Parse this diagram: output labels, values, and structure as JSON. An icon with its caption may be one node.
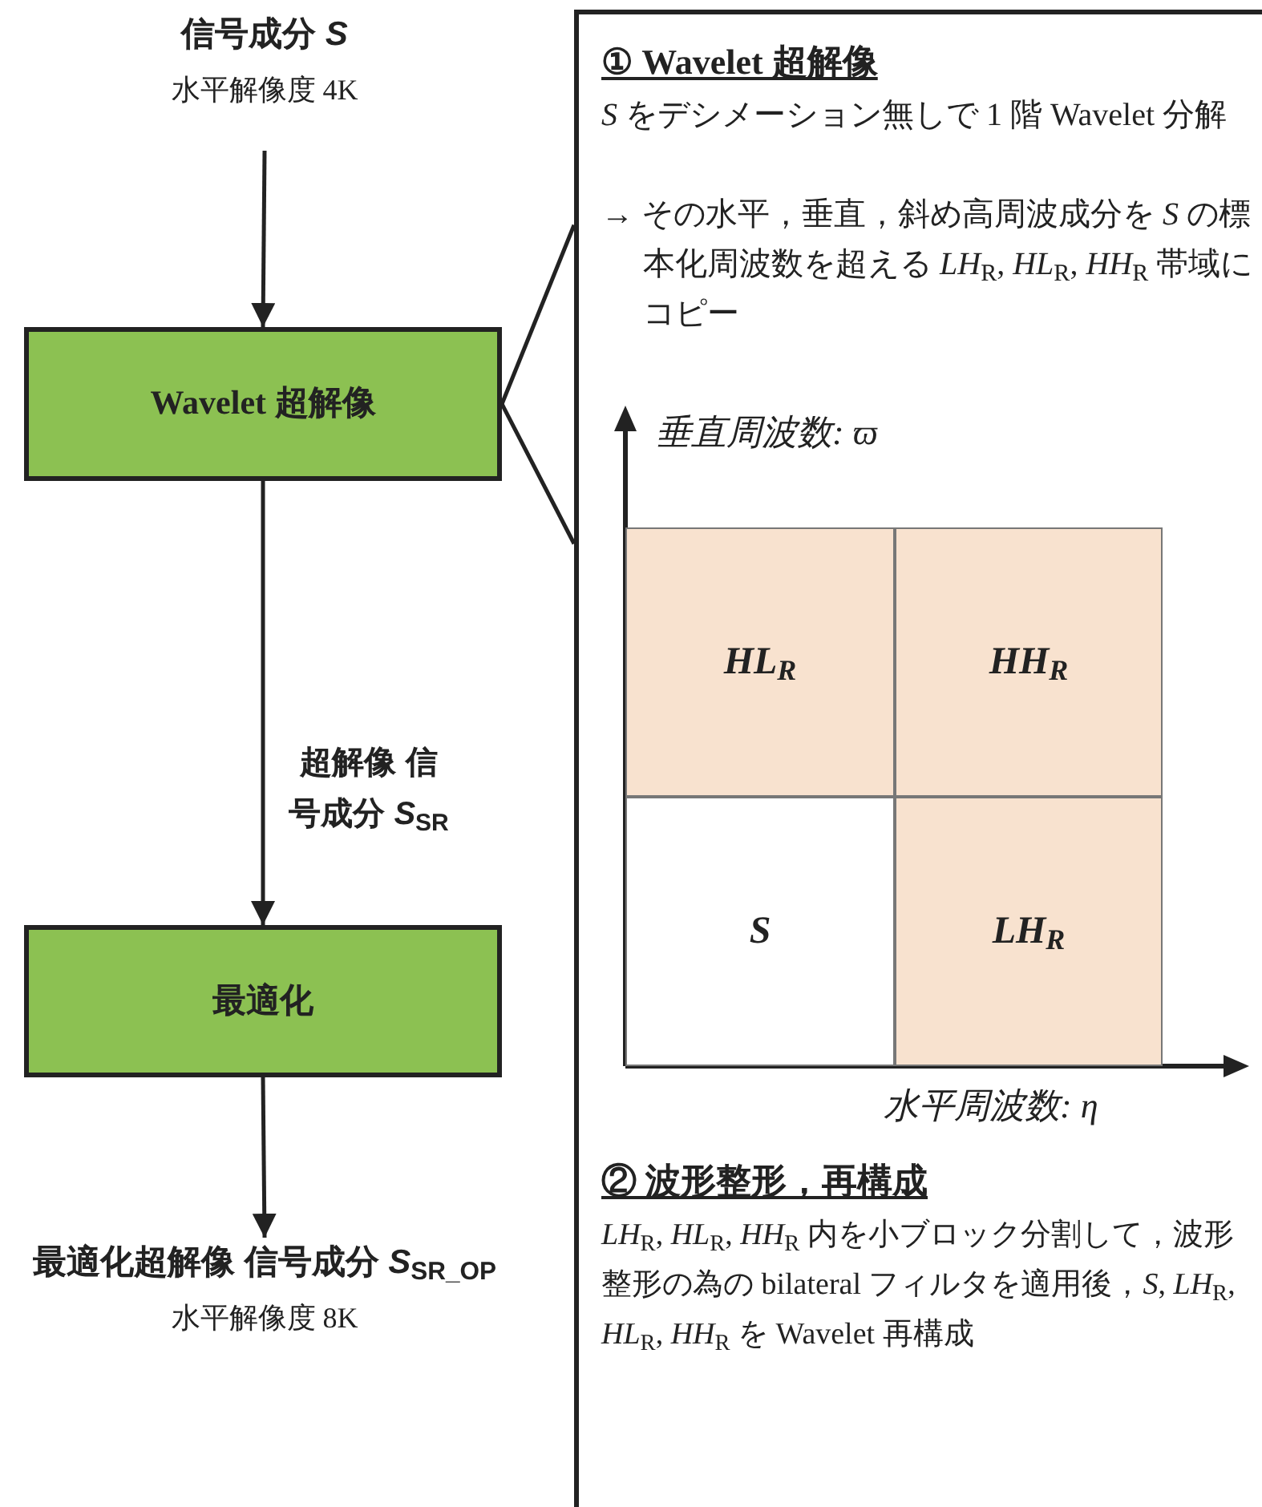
{
  "diagram": {
    "nodes": [
      {
        "text": [
          "信号成分 *S*",
          "水平解像度 4K"
        ]
      },
      {
        "text": [
          "Wavelet 超解像"
        ]
      },
      {
        "text": [
          "最適化"
        ]
      },
      {
        "text": [
          "最適化超解像 信号成分 *S*$_{SR_OP}$",
          "水平解像度 8K"
        ]
      },
      {
        "text": [
          "① Wavelet 超解像",
          "*S* をデシメーション無しで 1 階 Wavelet 分解",
          "→ その水平，垂直，斜め高周波成分を *S* の標本化周波数を超える *LH*$_{R}$, *HL*$_{R}$, *HH*$_{R}$ 帯域にコピー",
          "② 波形整形，再構成",
          "*LH*$_{R}$, *HL*$_{R}$, *HH*$_{R}$ 内を小ブロック分割して，波形整形の為の bilateral フィルタを適用後，*S*, *LH*$_{R}$, *HL*$_{R}$, *HH*$_{R}$ を Wavelet 再構成"
        ]
      },
      {
        "text": [
          "*HL*$_{R}$"
        ],
        "in": 4
      },
      {
        "text": [
          "*HH*$_{R}$"
        ],
        "in": 4
      },
      {
        "text": [
          "*S*"
        ],
        "in": 4
      },
      {
        "text": [
          "*LH*$_{R}$"
        ],
        "in": 4
      }
    ],
    "edges": [
      {
        "from": 0,
        "to": 1,
        "arrow": "to"
      },
      {
        "from": 1,
        "to": 2,
        "arrow": "to",
        "label": "超解像 信号成分 *S*$_{SR}$"
      },
      {
        "from": 2,
        "to": 3,
        "arrow": "to"
      },
      {
        "from": 1,
        "to": 4,
        "arrow": "none"
      },
      {
        "from": 1,
        "to": 4,
        "arrow": "none"
      }
    ],
    "labels": [
      "垂直周波数: *ϖ*",
      "水平周波数: *η*"
    ]
  }
}
